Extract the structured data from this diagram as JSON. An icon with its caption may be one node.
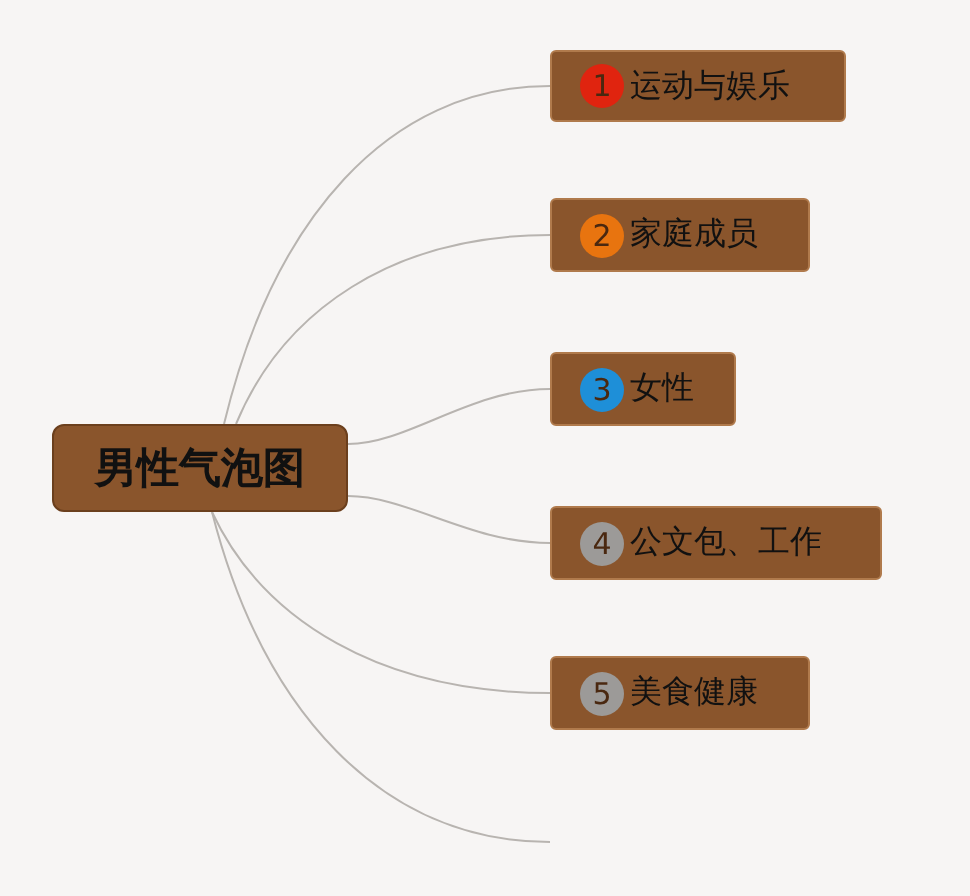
{
  "diagram": {
    "nodes": [
      {
        "text": [
          "男性气泡图"
        ]
      },
      {
        "text": [
          "1",
          "运动与娱乐"
        ]
      },
      {
        "text": [
          "2",
          "家庭成员"
        ]
      },
      {
        "text": [
          "3",
          "女性"
        ]
      },
      {
        "text": [
          "4",
          "公文包、工作"
        ]
      },
      {
        "text": [
          "5",
          "美食健康"
        ]
      }
    ],
    "edges": [
      {
        "from": 0,
        "to": 1,
        "arrow": "none"
      },
      {
        "from": 0,
        "to": 2,
        "arrow": "none"
      },
      {
        "from": 0,
        "to": 3,
        "arrow": "none"
      },
      {
        "from": 0,
        "to": 4,
        "arrow": "none"
      },
      {
        "from": 0,
        "to": 5,
        "arrow": "none"
      },
      {
        "from": 0,
        "to": null,
        "arrow": "none"
      }
    ]
  }
}
